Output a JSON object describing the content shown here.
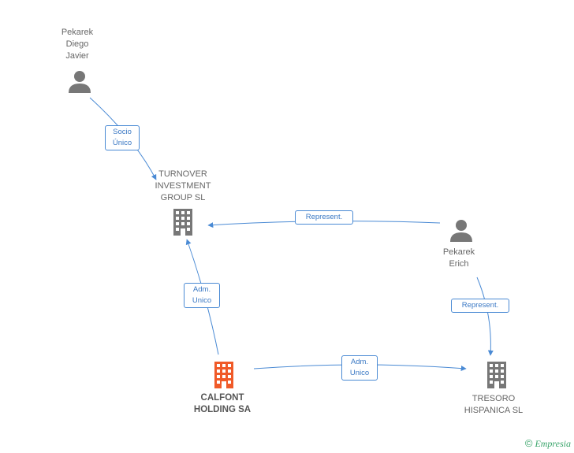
{
  "nodes": {
    "pekarek_diego": {
      "label": "Pekarek\nDiego\nJavier",
      "kind": "person"
    },
    "turnover": {
      "label": "TURNOVER\nINVESTMENT\nGROUP SL",
      "kind": "company"
    },
    "pekarek_erich": {
      "label": "Pekarek\nErich",
      "kind": "person"
    },
    "calfont": {
      "label": "CALFONT\nHOLDING SA",
      "kind": "company-main"
    },
    "tresoro": {
      "label": "TRESORO\nHISPANICA SL",
      "kind": "company"
    }
  },
  "edges": {
    "diego_turnover": "Socio\nÚnico",
    "erich_turnover": "Represent.",
    "calfont_turnover": "Adm.\nUnico",
    "erich_tresoro": "Represent.",
    "calfont_tresoro": "Adm.\nUnico"
  },
  "colors": {
    "edge": "#4a8ad4",
    "node_gray": "#777777",
    "node_main": "#f05a28",
    "brand": "#3aa56b"
  },
  "brand": {
    "copyright": "©",
    "name": "Empresia"
  }
}
